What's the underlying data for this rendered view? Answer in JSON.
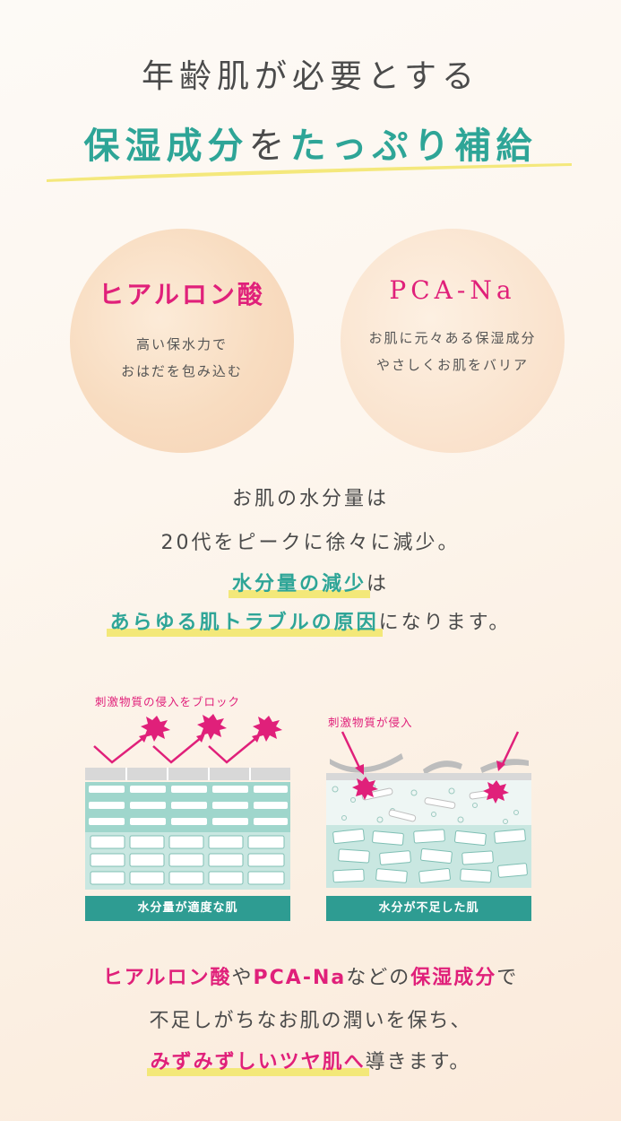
{
  "header": {
    "line1": "年齢肌が必要とする",
    "line2_highlight1": "保湿成分",
    "line2_connector": "を",
    "line2_highlight2": "たっぷり補給"
  },
  "ingredients": [
    {
      "name": "ヒアルロン酸",
      "desc_line1": "高い保水力で",
      "desc_line2": "おはだを包み込む"
    },
    {
      "name": "PCA-Na",
      "desc_line1": "お肌に元々ある保湿成分",
      "desc_line2": "やさしくお肌をバリア"
    }
  ],
  "middle": {
    "line1": "お肌の水分量は",
    "line2": "20代をピークに徐々に減少。",
    "line3_highlight": "水分量の減少",
    "line3_rest": "は",
    "line4_highlight": "あらゆる肌トラブルの原因",
    "line4_rest": "になります。"
  },
  "diagram": {
    "left": {
      "label": "刺激物質の侵入をブロック",
      "caption": "水分量が適度な肌"
    },
    "right": {
      "label": "刺激物質が侵入",
      "caption": "水分が不足した肌"
    }
  },
  "bottom": {
    "line1_pink1": "ヒアルロン酸",
    "line1_text1": "や",
    "line1_pink2": "PCA-Na",
    "line1_text2": "などの",
    "line1_pink3": "保湿成分",
    "line1_text3": "で",
    "line2": "不足しがちなお肌の潤いを保ち、",
    "line3_highlight": "みずみずしいツヤ肌へ",
    "line3_rest": "導きます。"
  },
  "colors": {
    "teal": "#2ea597",
    "pink": "#e0207a",
    "highlight_yellow": "#f3e879",
    "caption_bg": "#2e9c92"
  }
}
